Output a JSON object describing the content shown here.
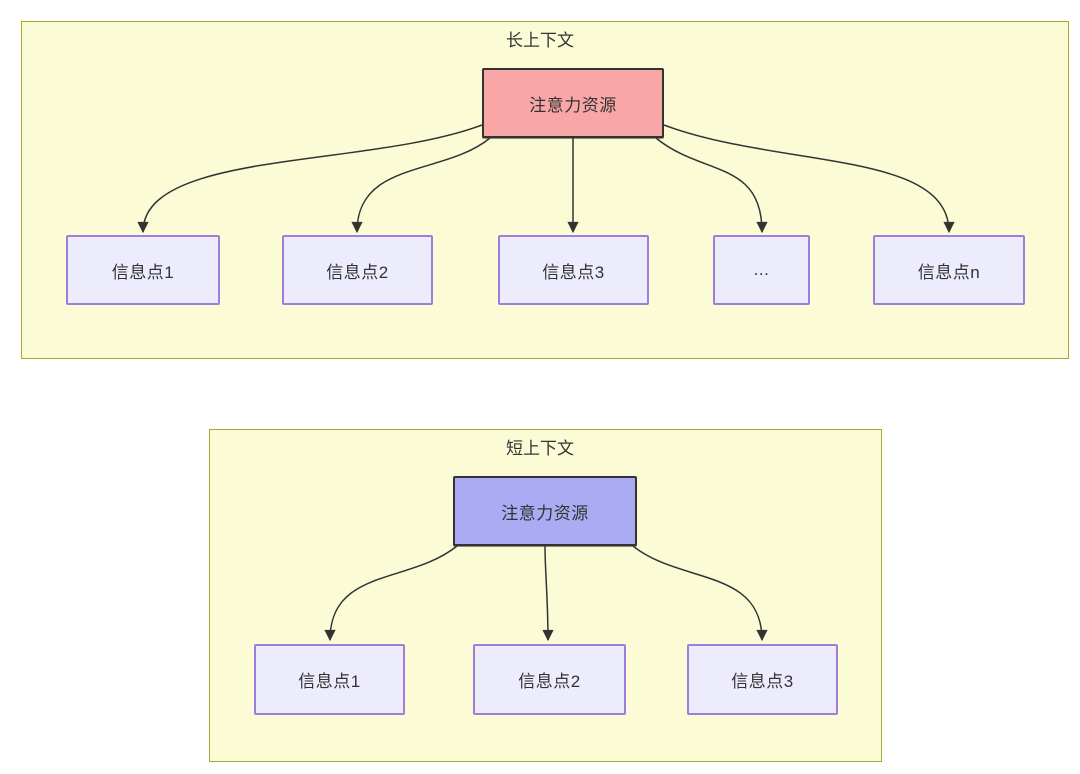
{
  "diagram": {
    "type": "attention-allocation-comparison",
    "colors": {
      "panel_fill": "#fbfbd6",
      "panel_border": "#aaaa33",
      "node_fill": "#ececfd",
      "node_border": "#9f7edb",
      "hub_long_fill": "#f9a6a6",
      "hub_short_fill": "#aaabf2",
      "hub_border": "#333333",
      "edge_color": "#333333",
      "text_color": "#333333"
    },
    "panels": [
      {
        "title": "长上下文",
        "hub": {
          "label": "注意力资源"
        },
        "nodes": [
          {
            "label": "信息点1"
          },
          {
            "label": "信息点2"
          },
          {
            "label": "信息点3"
          },
          {
            "label": "..."
          },
          {
            "label": "信息点n"
          }
        ]
      },
      {
        "title": "短上下文",
        "hub": {
          "label": "注意力资源"
        },
        "nodes": [
          {
            "label": "信息点1"
          },
          {
            "label": "信息点2"
          },
          {
            "label": "信息点3"
          }
        ]
      }
    ]
  }
}
